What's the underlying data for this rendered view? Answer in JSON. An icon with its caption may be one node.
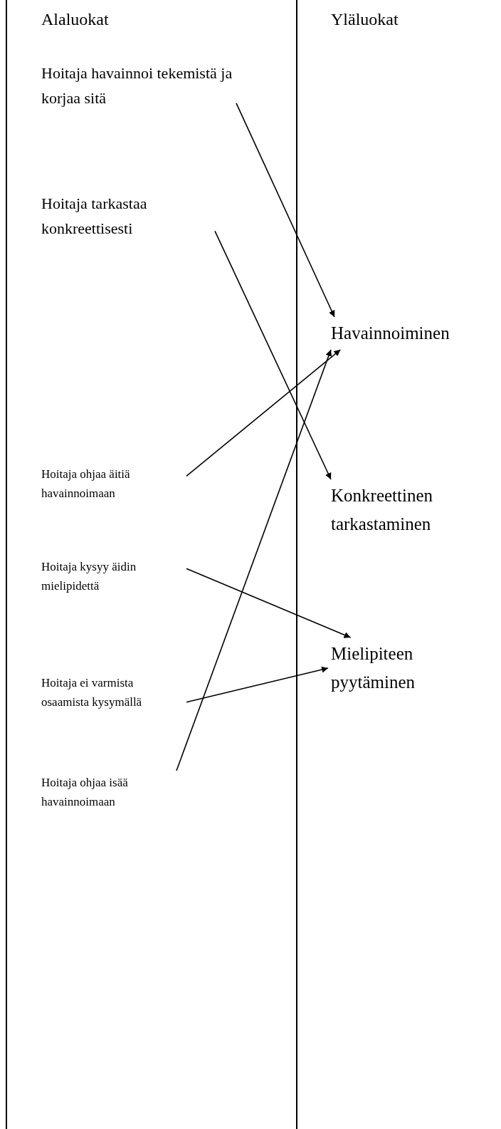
{
  "diagram": {
    "nodes": [
      {
        "text": [
          "Hoitaja havainnoi tekemistä ja korjaa sitä"
        ]
      },
      {
        "text": [
          "Hoitaja tarkastaa konkreettisesti"
        ]
      },
      {
        "text": [
          "Hoitaja ohjaa äitiä havainnoimaan"
        ]
      },
      {
        "text": [
          "Hoitaja kysyy äidin mielipidettä"
        ]
      },
      {
        "text": [
          "Hoitaja ei varmista osaamista kysymällä"
        ]
      },
      {
        "text": [
          "Hoitaja ohjaa isää havainnoimaan"
        ]
      },
      {
        "text": [
          "Havainnoiminen"
        ]
      },
      {
        "text": [
          "Konkreettinen tarkastaminen"
        ]
      },
      {
        "text": [
          "Mielipiteen pyytäminen"
        ]
      }
    ],
    "edges": [
      {
        "from": 0,
        "to": 6,
        "arrow": "to"
      },
      {
        "from": 1,
        "to": 7,
        "arrow": "to"
      },
      {
        "from": 2,
        "to": 6,
        "arrow": "to"
      },
      {
        "from": 3,
        "to": 8,
        "arrow": "to"
      },
      {
        "from": 4,
        "to": 8,
        "arrow": "to"
      },
      {
        "from": 5,
        "to": 6,
        "arrow": "to"
      }
    ],
    "labels": [
      "Alaluokat",
      "Yläluokat"
    ]
  }
}
